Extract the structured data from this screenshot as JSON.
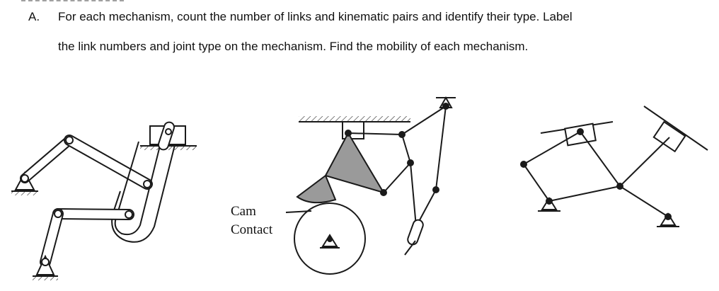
{
  "question": {
    "label": "A.",
    "line1": "For each mechanism, count the number of links and kinematic pairs and identify their type.  Label",
    "line2": "the link numbers and joint type on the mechanism.  Find the mobility of each mechanism."
  },
  "figure2": {
    "cam_label_line1": "Cam",
    "cam_label_line2": "Contact"
  },
  "colors": {
    "ink": "#1a1a1a",
    "fill_gray": "#9a9a9a",
    "link_fill": "#ffffff"
  }
}
